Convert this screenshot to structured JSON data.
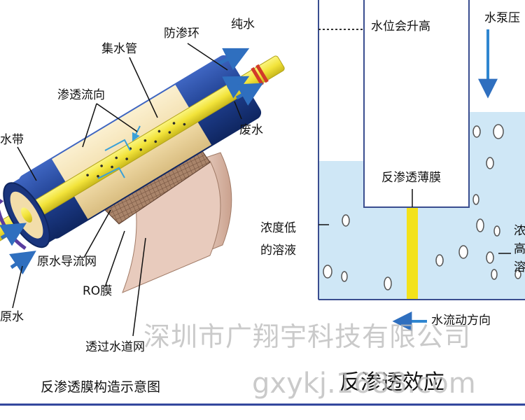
{
  "left_diagram": {
    "caption": "反渗透膜构造示意图",
    "labels": {
      "collector_tube": "集水管",
      "anti_seep_ring": "防渗环",
      "pure_water": "纯水",
      "permeate_flow": "渗透流向",
      "waste_water": "废水",
      "water_band": "水带",
      "raw_water_spacer": "原水导流网",
      "ro_membrane": "RO膜",
      "raw_water": "原水",
      "permeate_channel_mesh": "透过水道网"
    }
  },
  "right_diagram": {
    "caption": "反渗透效应",
    "labels": {
      "water_level_rises": "水位会升高",
      "pump_pressure": "水泵压",
      "ro_thin_membrane": "反渗透薄膜",
      "low_conc_line1": "浓度低",
      "low_conc_line2": "的溶液",
      "high_conc_line1": "浓",
      "high_conc_line2": "高",
      "high_conc_line3": "溶",
      "flow_direction": "水流动方向"
    }
  },
  "watermark": {
    "company": "深圳市广翔宇科技有限公司",
    "site": "gxykj.1688.com"
  },
  "colors": {
    "tube_blue": "#1f3f8f",
    "tube_cream": "#f4e2b4",
    "core_yellow": "#f2e33a",
    "water_blue": "#cfe7f6",
    "arrow_blue": "#2f6fbf",
    "membrane_yellow": "#f3e21a",
    "frame_line": "#3a4d8f"
  }
}
